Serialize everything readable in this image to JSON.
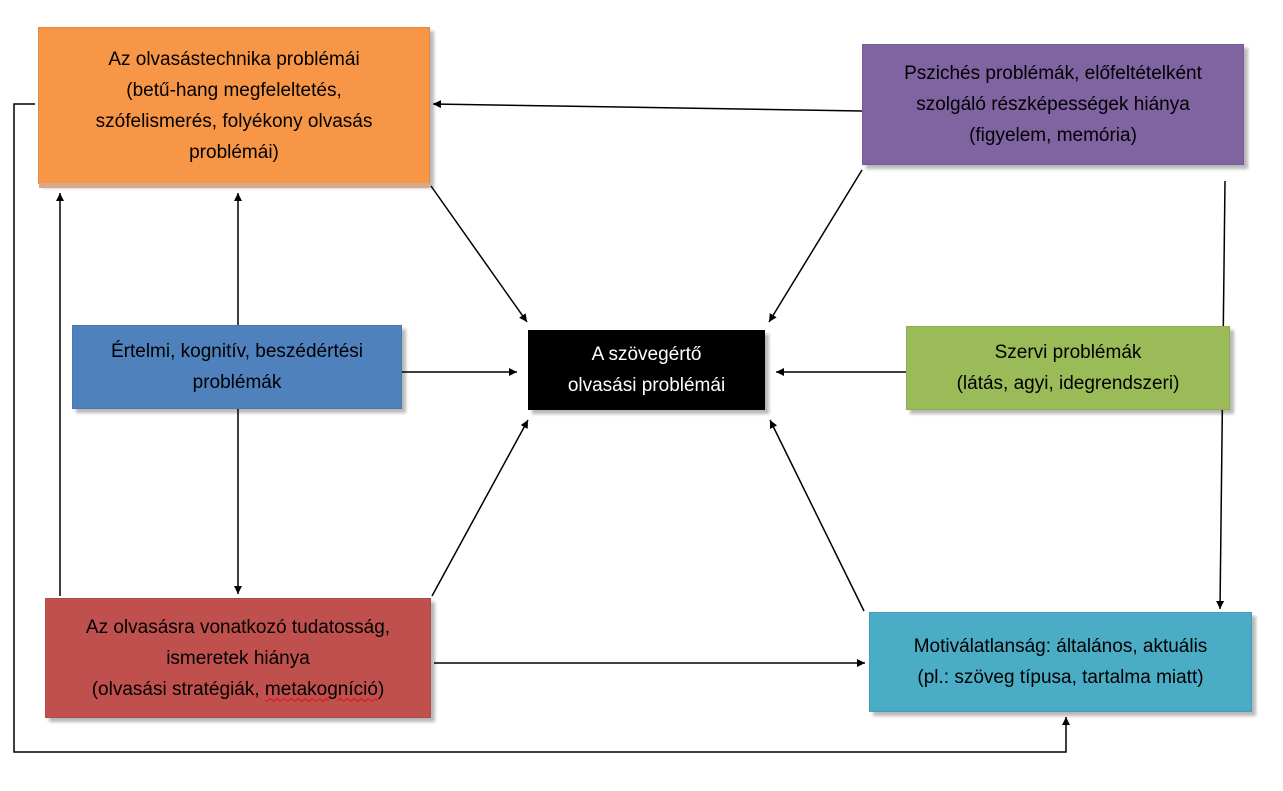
{
  "diagram": {
    "center": {
      "lines": [
        "A szövegértő",
        "olvasási problémái"
      ]
    },
    "technique": {
      "lines": [
        "Az olvasástechnika problémái",
        "(betű-hang megfeleltetés,",
        "szófelismerés, folyékony olvasás",
        "problémái)"
      ]
    },
    "psych": {
      "lines": [
        "Pszichés problémák, előfeltételként",
        "szolgáló részképességek hiánya",
        "(figyelem, memória)"
      ]
    },
    "cognitive": {
      "lines": [
        "Értelmi, kognitív, beszédértési",
        "problémák"
      ]
    },
    "organic": {
      "lines": [
        "Szervi problémák",
        "(látás, agyi, idegrendszeri)"
      ]
    },
    "awareness": {
      "lines": [
        "Az olvasásra vonatkozó tudatosság,",
        "ismeretek hiánya"
      ],
      "last_line_prefix": "(olvasási stratégiák, ",
      "last_line_underlined": "metakogníció",
      "last_line_suffix": ")"
    },
    "motivation": {
      "lines": [
        "Motiválatlanság: általános, aktuális",
        "(pl.: szöveg típusa, tartalma miatt)"
      ]
    },
    "colors": {
      "center": "#000000",
      "technique": "#f79646",
      "psych": "#8064a2",
      "cognitive": "#4f81bd",
      "organic": "#9bbb59",
      "awareness": "#c0504d",
      "motivation": "#4bacc6",
      "arrow": "#000000"
    }
  }
}
